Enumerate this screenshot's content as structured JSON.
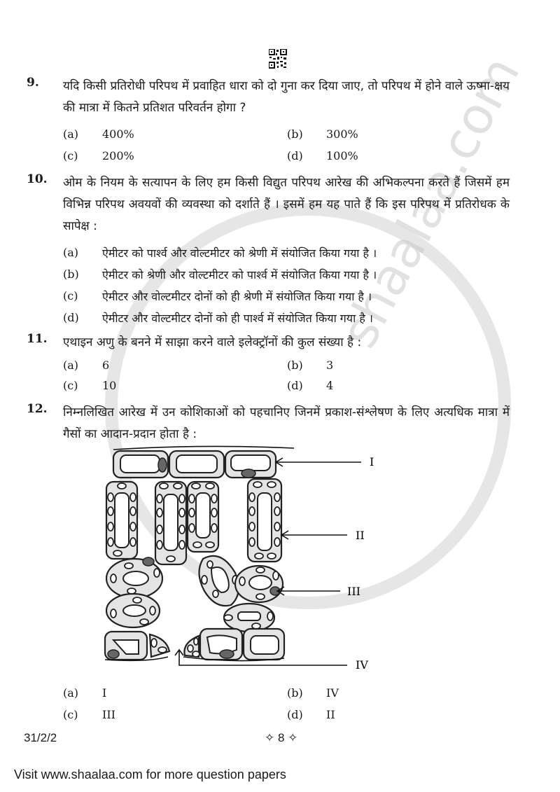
{
  "questions": [
    {
      "number": "9.",
      "text": "यदि किसी प्रतिरोधी परिपथ में प्रवाहित धारा को दो गुना कर दिया जाए, तो परिपथ में होने वाले ऊष्मा-क्षय की मात्रा में कितने प्रतिशत परिवर्तन होगा ?",
      "options": [
        {
          "label": "(a)",
          "text": "400%"
        },
        {
          "label": "(b)",
          "text": "300%"
        },
        {
          "label": "(c)",
          "text": "200%"
        },
        {
          "label": "(d)",
          "text": "100%"
        }
      ]
    },
    {
      "number": "10.",
      "text": "ओम के नियम के सत्यापन के लिए हम किसी विद्युत परिपथ आरेख की अभिकल्पना करते हैं जिसमें हम विभिन्न परिपथ अवयवों की व्यवस्था को दर्शाते हैं । इसमें हम यह पाते हैं कि इस परिपथ में प्रतिरोधक के सापेक्ष :",
      "options": [
        {
          "label": "(a)",
          "text": "ऐमीटर को पार्श्व और वोल्टमीटर को श्रेणी में संयोजित किया गया है ।"
        },
        {
          "label": "(b)",
          "text": "ऐमीटर को श्रेणी और वोल्टमीटर को पार्श्व में संयोजित किया गया है ।"
        },
        {
          "label": "(c)",
          "text": "ऐमीटर और वोल्टमीटर दोनों को ही श्रेणी में संयोजित किया गया है ।"
        },
        {
          "label": "(d)",
          "text": "ऐमीटर और वोल्टमीटर दोनों को ही पार्श्व में संयोजित किया गया है ।"
        }
      ]
    },
    {
      "number": "11.",
      "text": "एथाइन अणु के बनने में साझा करने वाले इलेक्ट्रॉनों की कुल संख्या है :",
      "options": [
        {
          "label": "(a)",
          "text": "6"
        },
        {
          "label": "(b)",
          "text": "3"
        },
        {
          "label": "(c)",
          "text": "10"
        },
        {
          "label": "(d)",
          "text": "4"
        }
      ]
    },
    {
      "number": "12.",
      "text": "निम्नलिखित आरेख में उन कोशिकाओं को पहचानिए जिनमें प्रकाश-संश्लेषण के लिए अत्यधिक मात्रा में गैसों का आदान-प्रदान होता है :",
      "diagram_labels": [
        "I",
        "II",
        "III",
        "IV"
      ],
      "options": [
        {
          "label": "(a)",
          "text": "I"
        },
        {
          "label": "(b)",
          "text": "IV"
        },
        {
          "label": "(c)",
          "text": "III"
        },
        {
          "label": "(d)",
          "text": "II"
        }
      ]
    }
  ],
  "footer": {
    "code": "31/2/2",
    "page": "✧ 8 ✧",
    "visit": "Visit www.shaalaa.com for more question papers"
  },
  "watermark": "shaalaa.com"
}
